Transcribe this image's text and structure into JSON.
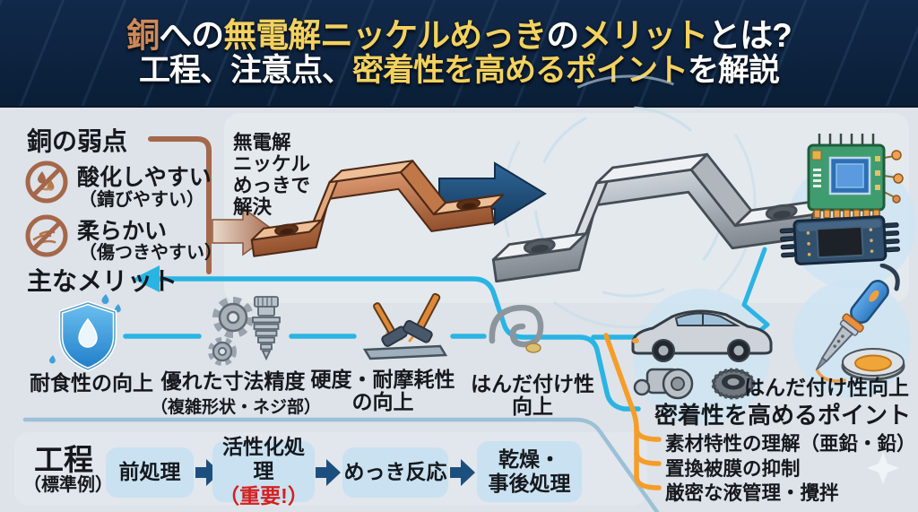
{
  "header": {
    "line1": [
      {
        "text": "銅",
        "color": "copper"
      },
      {
        "text": "への",
        "color": "white"
      },
      {
        "text": "無電解ニッケルめっき",
        "color": "yellow"
      },
      {
        "text": "の",
        "color": "white"
      },
      {
        "text": "メリット",
        "color": "yellow"
      },
      {
        "text": "とは?",
        "color": "white"
      }
    ],
    "line2": [
      {
        "text": "工程、注意点、",
        "color": "white"
      },
      {
        "text": "密着性を高めるポイント",
        "color": "yellow"
      },
      {
        "text": "を解説",
        "color": "white"
      }
    ]
  },
  "weaknesses": {
    "title": "銅の弱点",
    "items": [
      {
        "label": "酸化しやすい",
        "sub": "（錆びやすい）",
        "icon": "no-oxidation-icon"
      },
      {
        "label": "柔らかい",
        "sub": "（傷つきやすい）",
        "icon": "no-scratch-icon"
      }
    ]
  },
  "solution": {
    "text": "無電解\nニッケル\nめっきで\n解決"
  },
  "illustrations": {
    "before": "copper-bracket",
    "after": "nickel-plated-bracket",
    "context": [
      "green-chip",
      "dark-chip",
      "car-and-parts",
      "soldering-iron-with-solder-ring"
    ]
  },
  "merits": {
    "title": "主なメリット",
    "items": [
      {
        "label": "耐食性の向上",
        "icon": "shield-droplet-icon"
      },
      {
        "label": "優れた寸法精度",
        "sub": "（複雑形状・ネジ部）",
        "icon": "gears-screw-icon"
      },
      {
        "label": "硬度・耐摩耗性\nの向上",
        "icon": "hammers-plate-icon"
      },
      {
        "label": "はんだ付け性\n向上",
        "icon": "solder-wire-icon"
      }
    ],
    "solder_note": "はんだ付け性向上"
  },
  "adhesion": {
    "title": "密着性を高めるポイント",
    "points": [
      "素材特性の理解（亜鉛・鉛）",
      "置換被膜の抑制",
      "厳密な液管理・攪拌"
    ]
  },
  "process": {
    "title": "工程",
    "subtitle": "（標準例）",
    "steps": [
      {
        "label": "前処理"
      },
      {
        "label": "活性化処理",
        "note": "（重要!）"
      },
      {
        "label": "めっき反応"
      },
      {
        "label": "乾燥・\n事後処理"
      }
    ]
  },
  "colors": {
    "header_bg": "#0d2440",
    "title_yellow": "#f2d15f",
    "title_copper": "#cd8a5a",
    "body_bg": "#dde3e8",
    "cyan_line": "#2ab4e4",
    "orange_line": "#f59d28",
    "brown_line": "#a4684a",
    "navy_arrow": "#1d4f7e",
    "process_box": "#c9e1f1",
    "important_red": "#d42020"
  }
}
